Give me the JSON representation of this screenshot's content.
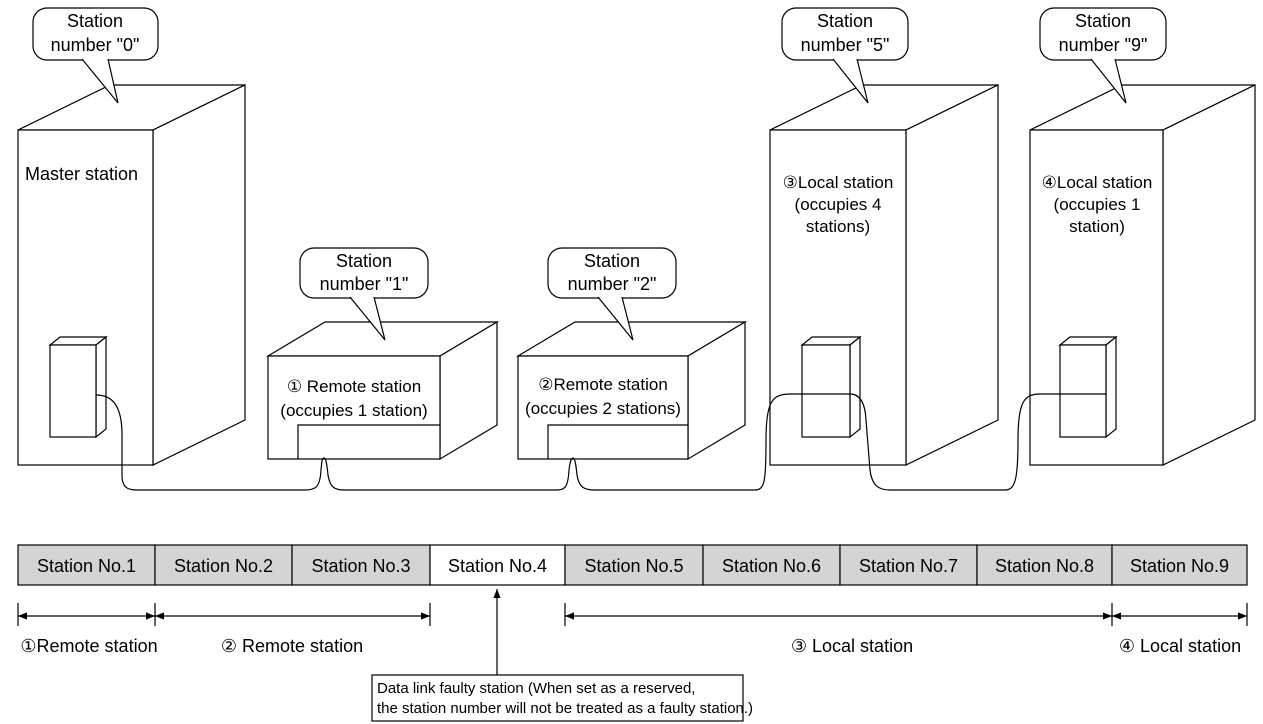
{
  "stations": {
    "master": {
      "callout_line1": "Station",
      "callout_line2": "number \"0\"",
      "label": "Master station"
    },
    "remote1": {
      "callout_line1": "Station",
      "callout_line2": "number \"1\"",
      "label_line1": "① Remote station",
      "label_line2": "(occupies 1 station)"
    },
    "remote2": {
      "callout_line1": "Station",
      "callout_line2": "number \"2\"",
      "label_line1": "②Remote station",
      "label_line2": "(occupies 2 stations)"
    },
    "local3": {
      "callout_line1": "Station",
      "callout_line2": "number \"5\"",
      "label_line1": "③Local station",
      "label_line2": "(occupies 4",
      "label_line3": "stations)"
    },
    "local4": {
      "callout_line1": "Station",
      "callout_line2": "number \"9\"",
      "label_line1": "④Local station",
      "label_line2": "(occupies 1",
      "label_line3": "station)"
    }
  },
  "station_table": {
    "cells": [
      {
        "label": "Station No.1",
        "shaded": true
      },
      {
        "label": "Station No.2",
        "shaded": true
      },
      {
        "label": "Station No.3",
        "shaded": true
      },
      {
        "label": "Station No.4",
        "shaded": false
      },
      {
        "label": "Station No.5",
        "shaded": true
      },
      {
        "label": "Station No.6",
        "shaded": true
      },
      {
        "label": "Station No.7",
        "shaded": true
      },
      {
        "label": "Station No.8",
        "shaded": true
      },
      {
        "label": "Station No.9",
        "shaded": true
      }
    ],
    "shaded_color": "#d4d4d4"
  },
  "ranges": [
    {
      "label": "①Remote station"
    },
    {
      "label": "② Remote station"
    },
    {
      "label": "③ Local station"
    },
    {
      "label": "④ Local station"
    }
  ],
  "faulty_note": {
    "line1": "Data link faulty station (When set as a  reserved,",
    "line2": "the station number will not be treated as a faulty station.)"
  }
}
